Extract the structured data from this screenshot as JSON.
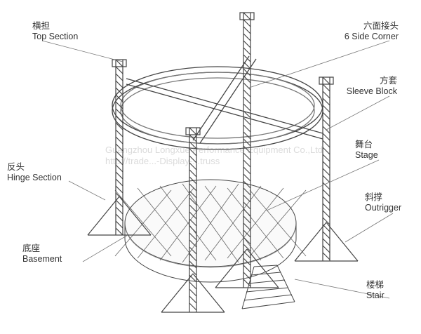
{
  "labels": {
    "top_section": {
      "zh": "横担",
      "en": "Top Section"
    },
    "six_side_corner": {
      "zh": "六面接头",
      "en": "6 Side Corner"
    },
    "sleeve_block": {
      "zh": "方套",
      "en": "Sleeve Block"
    },
    "stage": {
      "zh": "舞台",
      "en": "Stage"
    },
    "hinge_section": {
      "zh": "反头",
      "en": "Hinge Section"
    },
    "outrigger": {
      "zh": "斜撑",
      "en": "Outrigger"
    },
    "basement": {
      "zh": "底座",
      "en": "Basement"
    },
    "stair": {
      "zh": "楼梯",
      "en": "Stair"
    }
  },
  "watermark": {
    "line1": "Guangzhou Longxue Performance Equipment Co.,Ltd",
    "line2": "http://trade...-Display-...truss"
  },
  "colors": {
    "line": "#444444",
    "text": "#333333"
  }
}
